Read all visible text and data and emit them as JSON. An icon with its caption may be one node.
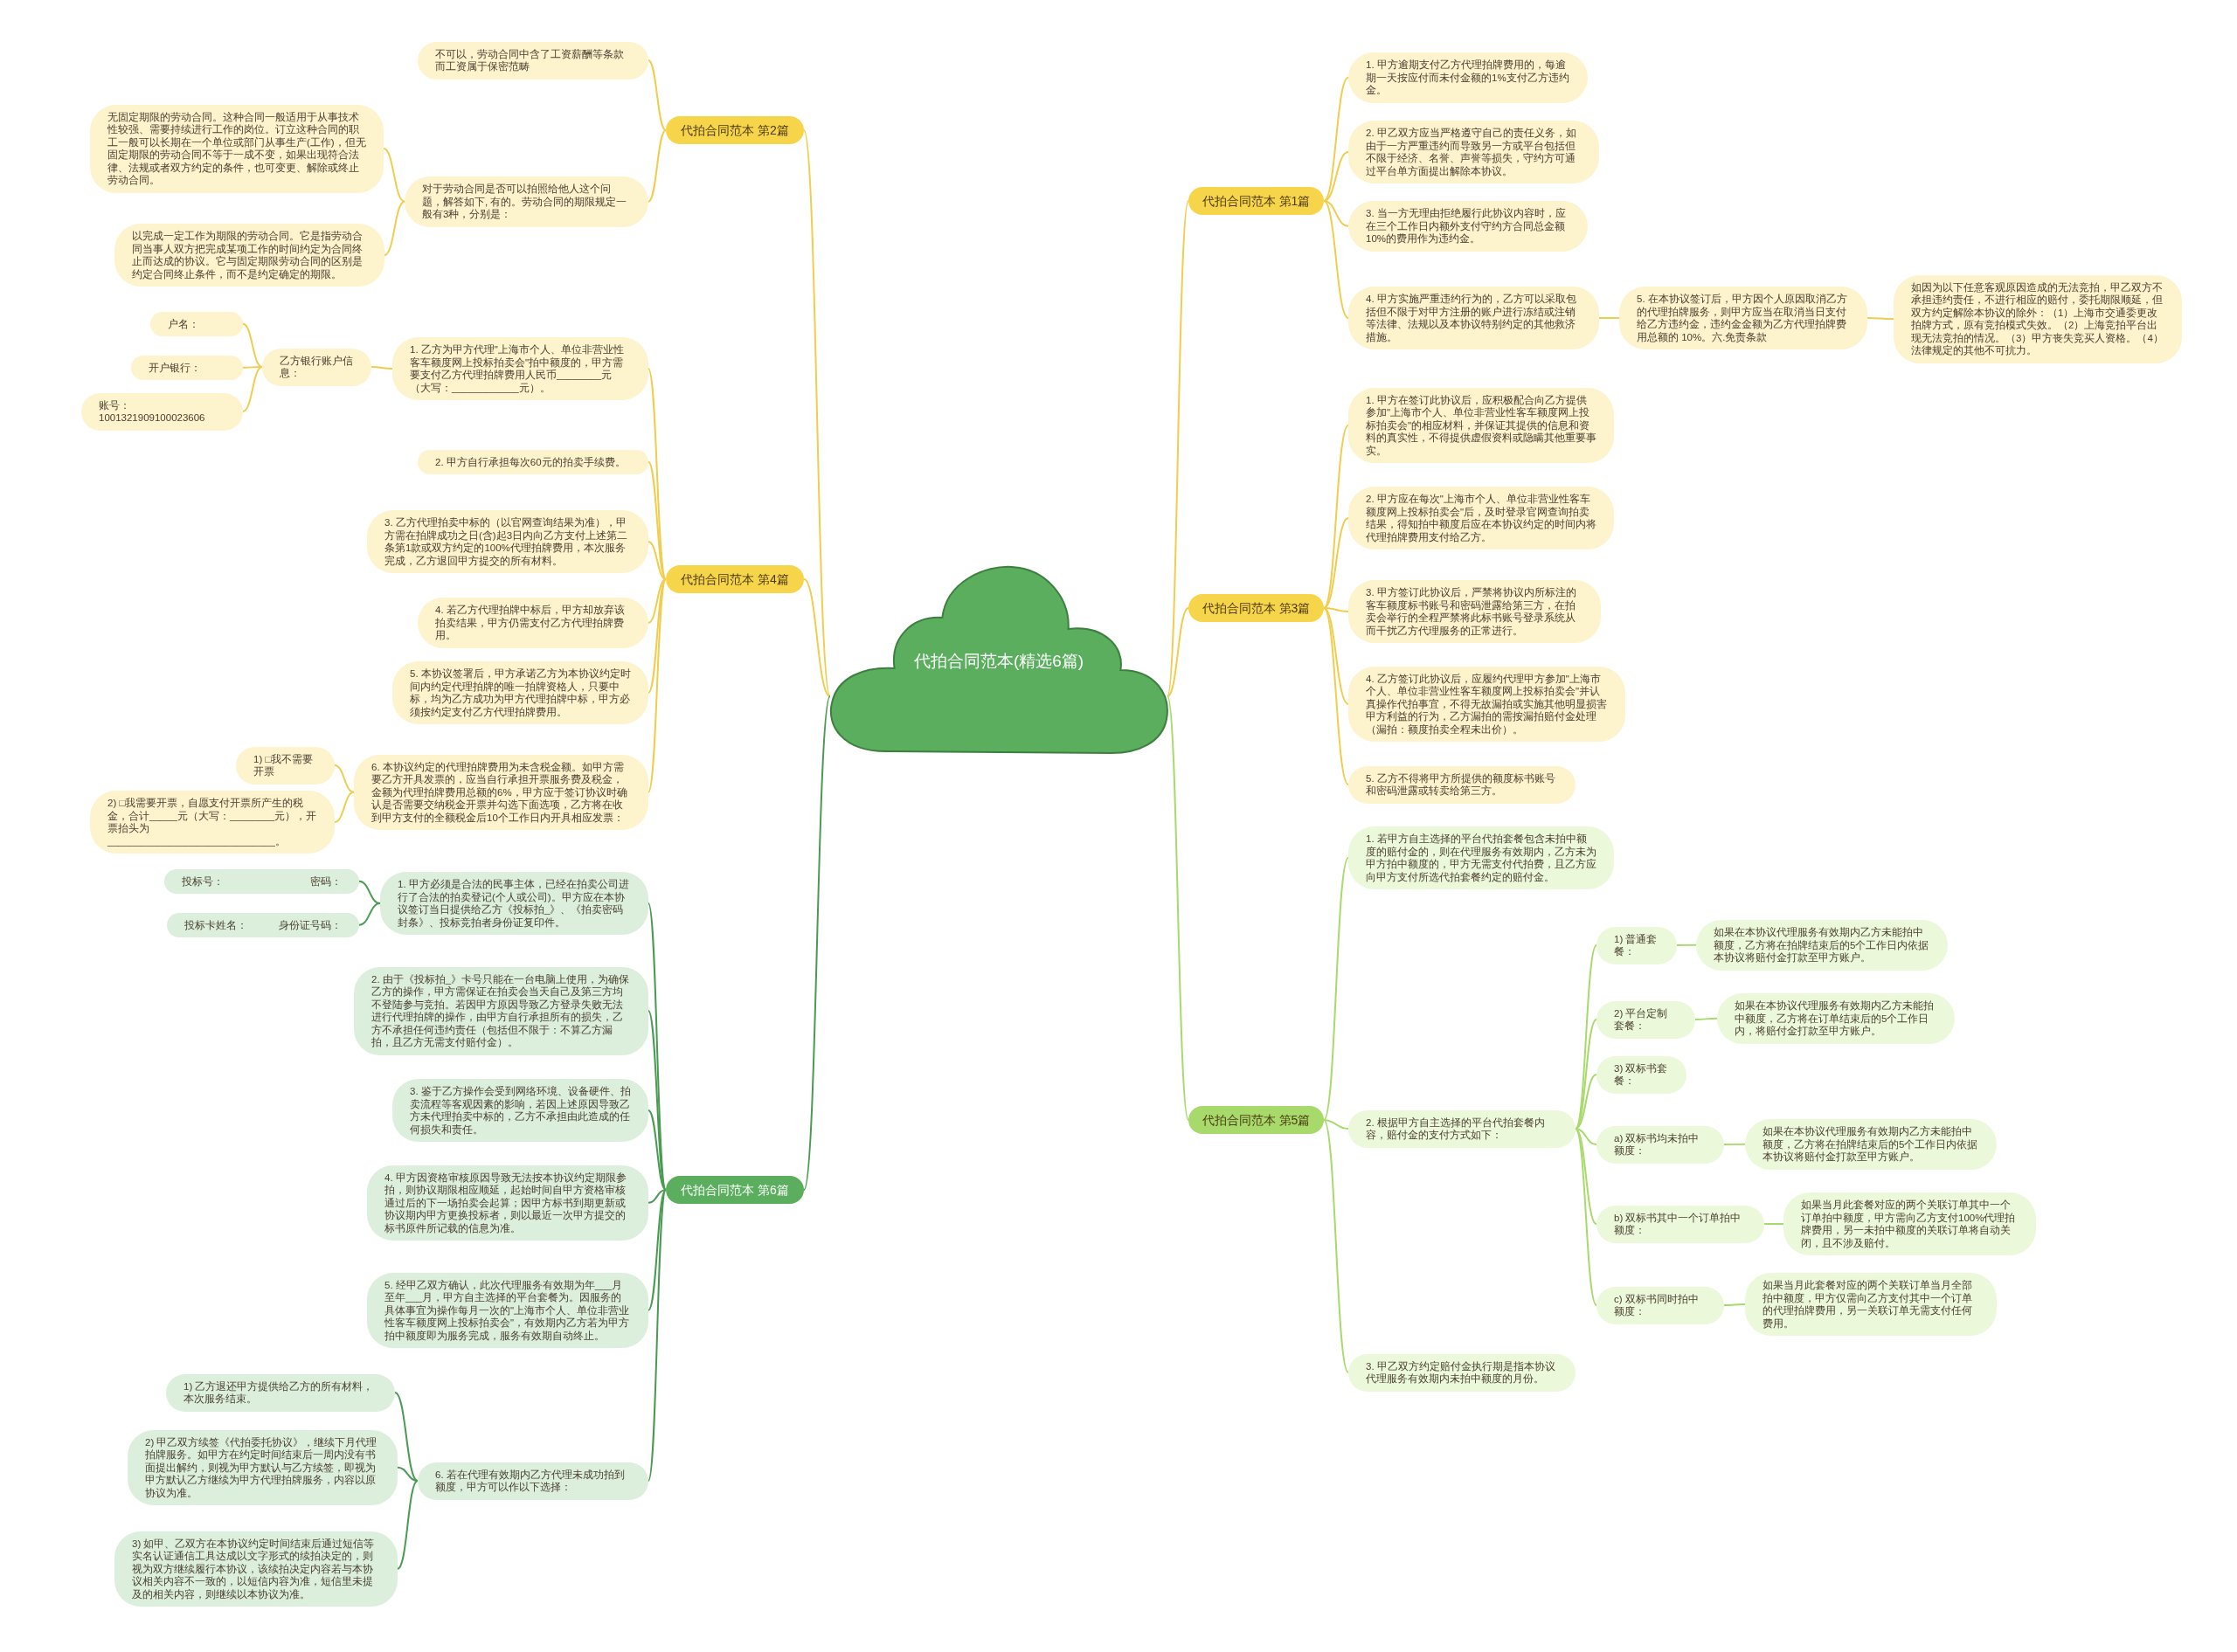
{
  "diagram": {
    "nodes": [
      {
        "text": [
          "代拍合同范本(精选6篇)"
        ]
      },
      {
        "text": [
          "代拍合同范本 第1篇"
        ]
      },
      {
        "text": [
          "代拍合同范本 第2篇"
        ]
      },
      {
        "text": [
          "代拍合同范本 第3篇"
        ]
      },
      {
        "text": [
          "代拍合同范本 第4篇"
        ]
      },
      {
        "text": [
          "代拍合同范本 第5篇"
        ]
      },
      {
        "text": [
          "代拍合同范本 第6篇"
        ]
      },
      {
        "text": [
          "1. 甲方逾期支付乙方代理拍牌费用的，每逾期一天按应付而未付金额的1%支付乙方违约金。"
        ]
      },
      {
        "text": [
          "2. 甲乙双方应当严格遵守自己的责任义务，如由于一方严重违约而导致另一方或平台包括但不限于经济、名誉、声誉等损失，守约方可通过平台单方面提出解除本协议。"
        ]
      },
      {
        "text": [
          "3. 当一方无理由拒绝履行此协议内容时，应在三个工作日内额外支付守约方合同总金额10%的费用作为违约金。"
        ]
      },
      {
        "text": [
          "4. 甲方实施严重违约行为的，乙方可以采取包括但不限于对甲方注册的账户进行冻结或注销等法律、法规以及本协议特别约定的其他救济措施。"
        ]
      },
      {
        "text": [
          "5. 在本协议签订后，甲方因个人原因取消乙方的代理拍牌服务，则甲方应当在取消当日支付给乙方违约金，违约金金额为乙方代理拍牌费用总额的 10%。六.免责条款"
        ]
      },
      {
        "text": [
          "如因为以下任意客观原因造成的无法竞拍，甲乙双方不承担违约责任，不进行相应的赔付，委托期限顺延，但双方约定解除本协议的除外：（1）上海市交通委更改拍牌方式，原有竞拍模式失效。（2）上海竞拍平台出现无法竞拍的情况。（3）甲方丧失竞买人资格。（4）法律规定的其他不可抗力。"
        ]
      },
      {
        "text": [
          "不可以，劳动合同中含了工资薪酬等条款而工资属于保密范畴"
        ]
      },
      {
        "text": [
          "对于劳动合同是否可以拍照给他人这个问题，解答如下, 有的。劳动合同的期限规定一般有3种，分别是："
        ]
      },
      {
        "text": [
          "无固定期限的劳动合同。这种合同一般适用于从事技术性较强、需要持续进行工作的岗位。订立这种合同的职工一般可以长期在一个单位或部门从事生产(工作)，但无固定期限的劳动合同不等于一成不变，如果出现符合法律、法规或者双方约定的条件，也可变更、解除或终止劳动合同。"
        ]
      },
      {
        "text": [
          "以完成一定工作为期限的劳动合同。它是指劳动合同当事人双方把完成某项工作的时间约定为合同终止而达成的协议。它与固定期限劳动合同的区别是约定合同终止条件，而不是约定确定的期限。"
        ]
      },
      {
        "text": [
          "1. 甲方在签订此协议后，应积极配合向乙方提供参加\"上海市个人、单位非营业性客车额度网上投标拍卖会\"的相应材料，并保证其提供的信息和资料的真实性，不得提供虚假资料或隐瞒其他重要事实。"
        ]
      },
      {
        "text": [
          "2. 甲方应在每次\"上海市个人、单位非营业性客车额度网上投标拍卖会\"后，及时登录官网查询拍卖结果，得知拍中额度后应在本协议约定的时间内将代理拍牌费用支付给乙方。"
        ]
      },
      {
        "text": [
          "3. 甲方签订此协议后，严禁将协议内所标注的客车额度标书账号和密码泄露给第三方，在拍卖会举行的全程严禁将此标书账号登录系统从而干扰乙方代理服务的正常进行。"
        ]
      },
      {
        "text": [
          "4. 乙方签订此协议后，应履约代理甲方参加\"上海市个人、单位非营业性客车额度网上投标拍卖会\"并认真操作代拍事宜，不得无故漏拍或实施其他明显损害甲方利益的行为，乙方漏拍的需按漏拍赔付金处理（漏拍：额度拍卖全程未出价）。"
        ]
      },
      {
        "text": [
          "5. 乙方不得将甲方所提供的额度标书账号和密码泄露或转卖给第三方。"
        ]
      },
      {
        "text": [
          "1. 乙方为甲方代理\"上海市个人、单位非营业性客车额度网上投标拍卖会\"拍中额度的，甲方需要支付乙方代理拍牌费用人民币________元（大写：____________元）。"
        ]
      },
      {
        "text": [
          "乙方银行账户信息："
        ]
      },
      {
        "text": [
          "户名："
        ]
      },
      {
        "text": [
          "开户银行："
        ]
      },
      {
        "text": [
          "账号：1001321909100023606"
        ]
      },
      {
        "text": [
          "2. 甲方自行承担每次60元的拍卖手续费。"
        ]
      },
      {
        "text": [
          "3. 乙方代理拍卖中标的（以官网查询结果为准），甲方需在拍牌成功之日(含)起3日内向乙方支付上述第二条第1款或双方约定的100%代理拍牌费用，本次服务完成，乙方退回甲方提交的所有材料。"
        ]
      },
      {
        "text": [
          "4. 若乙方代理拍牌中标后，甲方却放弃该拍卖结果，甲方仍需支付乙方代理拍牌费用。"
        ]
      },
      {
        "text": [
          "5. 本协议签署后，甲方承诺乙方为本协议约定时间内约定代理拍牌的唯一拍牌资格人，只要中标，均为乙方成功为甲方代理拍牌中标，甲方必须按约定支付乙方代理拍牌费用。"
        ]
      },
      {
        "text": [
          "6. 本协议约定的代理拍牌费用为未含税金额。如甲方需要乙方开具发票的，应当自行承担开票服务费及税金，金额为代理拍牌费用总额的6%，甲方应于签订协议时确认是否需要交纳税金开票并勾选下面选项，乙方将在收到甲方支付的全额税金后10个工作日内开具相应发票："
        ]
      },
      {
        "text": [
          "1) □我不需要开票"
        ]
      },
      {
        "text": [
          "2) □我需要开票，自愿支付开票所产生的税金，合计_____元（大写：________元），开票抬头为______________________________。"
        ]
      },
      {
        "text": [
          "1. 若甲方自主选择的平台代拍套餐包含未拍中额度的赔付金的，则在代理服务有效期内，乙方未为甲方拍中额度的，甲方无需支付代拍费，且乙方应向甲方支付所选代拍套餐约定的赔付金。"
        ]
      },
      {
        "text": [
          "2. 根据甲方自主选择的平台代拍套餐内容，赔付金的支付方式如下："
        ]
      },
      {
        "text": [
          "1) 普通套餐："
        ]
      },
      {
        "text": [
          "如果在本协议代理服务有效期内乙方未能拍中额度，乙方将在拍牌结束后的5个工作日内依据本协议将赔付金打款至甲方账户。"
        ]
      },
      {
        "text": [
          "2) 平台定制套餐："
        ]
      },
      {
        "text": [
          "如果在本协议代理服务有效期内乙方未能拍中额度，乙方将在订单结束后的5个工作日内，将赔付金打款至甲方账户。"
        ]
      },
      {
        "text": [
          "3) 双标书套餐："
        ]
      },
      {
        "text": [
          "a) 双标书均未拍中额度："
        ]
      },
      {
        "text": [
          "如果在本协议代理服务有效期内乙方未能拍中额度，乙方将在拍牌结束后的5个工作日内依据本协议将赔付金打款至甲方账户。"
        ]
      },
      {
        "text": [
          "b) 双标书其中一个订单拍中额度："
        ]
      },
      {
        "text": [
          "如果当月此套餐对应的两个关联订单其中一个订单拍中额度，甲方需向乙方支付100%代理拍牌费用，另一未拍中额度的关联订单将自动关闭，且不涉及赔付。"
        ]
      },
      {
        "text": [
          "c) 双标书同时拍中额度："
        ]
      },
      {
        "text": [
          "如果当月此套餐对应的两个关联订单当月全部拍中额度，甲方仅需向乙方支付其中一个订单的代理拍牌费用，另一关联订单无需支付任何费用。"
        ]
      },
      {
        "text": [
          "3. 甲乙双方约定赔付金执行期是指本协议代理服务有效期内未拍中额度的月份。"
        ]
      },
      {
        "text": [
          "1. 甲方必须是合法的民事主体，已经在拍卖公司进行了合法的拍卖登记(个人或公司)。甲方应在本协议签订当日提供给乙方《投标拍_》、《拍卖密码封条》、投标竞拍者身份证复印件。"
        ]
      },
      {
        "text": [
          "投标号：",
          "密码："
        ]
      },
      {
        "text": [
          "投标卡姓名：",
          "身份证号码："
        ]
      },
      {
        "text": [
          "2. 由于《投标拍_》卡号只能在一台电脑上使用，为确保乙方的操作，甲方需保证在拍卖会当天自己及第三方均不登陆参与竞拍。若因甲方原因导致乙方登录失败无法进行代理拍牌的操作，由甲方自行承担所有的损失，乙方不承担任何违约责任（包括但不限于：不算乙方漏拍，且乙方无需支付赔付金）。"
        ]
      },
      {
        "text": [
          "3. 鉴于乙方操作会受到网络环境、设备硬件、拍卖流程等客观因素的影响，若因上述原因导致乙方未代理拍卖中标的，乙方不承担由此造成的任何损失和责任。"
        ]
      },
      {
        "text": [
          "4. 甲方因资格审核原因导致无法按本协议约定期限参拍，则协议期限相应顺延，起始时间自甲方资格审核通过后的下一场拍卖会起算；因甲方标书到期更新或协议期内甲方更换投标者，则以最近一次甲方提交的标书原件所记载的信息为准。"
        ]
      },
      {
        "text": [
          "5. 经甲乙双方确认，此次代理服务有效期为年___月至年___月，甲方自主选择的平台套餐为。因服务的具体事宜为操作每月一次的\"上海市个人、单位非营业性客车额度网上投标拍卖会\"，有效期内乙方若为甲方拍中额度即为服务完成，服务有效期自动终止。"
        ]
      },
      {
        "text": [
          "6. 若在代理有效期内乙方代理未成功拍到额度，甲方可以作以下选择："
        ]
      },
      {
        "text": [
          "1) 乙方退还甲方提供给乙方的所有材料，本次服务结束。"
        ]
      },
      {
        "text": [
          "2) 甲乙双方续签《代拍委托协议》，继续下月代理拍牌服务。如甲方在约定时间结束后一周内没有书面提出解约，则视为甲方默认与乙方续签，即视为甲方默认乙方继续为甲方代理拍牌服务，内容以原协议为准。"
        ]
      },
      {
        "text": [
          "3) 如甲、乙双方在本协议约定时间结束后通过短信等实名认证通信工具达成以文字形式的续拍决定的，则视为双方继续履行本协议，该续拍决定内容若与本协议相关内容不一致的，以短信内容为准，短信里未提及的相关内容，则继续以本协议为准。"
        ]
      }
    ],
    "edges": [
      {
        "from": 0,
        "to": 1,
        "arrow": "none"
      },
      {
        "from": 0,
        "to": 2,
        "arrow": "none"
      },
      {
        "from": 0,
        "to": 3,
        "arrow": "none"
      },
      {
        "from": 0,
        "to": 4,
        "arrow": "none"
      },
      {
        "from": 0,
        "to": 5,
        "arrow": "none",
        "color": "#a8d96b"
      },
      {
        "from": 0,
        "to": 6,
        "arrow": "none",
        "color": "#4b9a53"
      },
      {
        "from": 1,
        "to": 7,
        "arrow": "none"
      },
      {
        "from": 1,
        "to": 8,
        "arrow": "none"
      },
      {
        "from": 1,
        "to": 9,
        "arrow": "none"
      },
      {
        "from": 1,
        "to": 10,
        "arrow": "none"
      },
      {
        "from": 10,
        "to": 11,
        "arrow": "none"
      },
      {
        "from": 11,
        "to": 12,
        "arrow": "none"
      },
      {
        "from": 2,
        "to": 13,
        "arrow": "none"
      },
      {
        "from": 2,
        "to": 14,
        "arrow": "none"
      },
      {
        "from": 14,
        "to": 15,
        "arrow": "none"
      },
      {
        "from": 14,
        "to": 16,
        "arrow": "none"
      },
      {
        "from": 3,
        "to": 17,
        "arrow": "none"
      },
      {
        "from": 3,
        "to": 18,
        "arrow": "none"
      },
      {
        "from": 3,
        "to": 19,
        "arrow": "none"
      },
      {
        "from": 3,
        "to": 20,
        "arrow": "none"
      },
      {
        "from": 3,
        "to": 21,
        "arrow": "none"
      },
      {
        "from": 4,
        "to": 22,
        "arrow": "none"
      },
      {
        "from": 22,
        "to": 23,
        "arrow": "none"
      },
      {
        "from": 23,
        "to": 24,
        "arrow": "none"
      },
      {
        "from": 23,
        "to": 25,
        "arrow": "none"
      },
      {
        "from": 23,
        "to": 26,
        "arrow": "none"
      },
      {
        "from": 4,
        "to": 27,
        "arrow": "none"
      },
      {
        "from": 4,
        "to": 28,
        "arrow": "none"
      },
      {
        "from": 4,
        "to": 29,
        "arrow": "none"
      },
      {
        "from": 4,
        "to": 30,
        "arrow": "none"
      },
      {
        "from": 4,
        "to": 31,
        "arrow": "none"
      },
      {
        "from": 31,
        "to": 32,
        "arrow": "none"
      },
      {
        "from": 31,
        "to": 33,
        "arrow": "none"
      },
      {
        "from": 5,
        "to": 34,
        "arrow": "none",
        "color": "#a8d96b"
      },
      {
        "from": 5,
        "to": 35,
        "arrow": "none",
        "color": "#a8d96b"
      },
      {
        "from": 35,
        "to": 36,
        "arrow": "none",
        "color": "#a8d96b"
      },
      {
        "from": 36,
        "to": 37,
        "arrow": "none",
        "color": "#a8d96b"
      },
      {
        "from": 35,
        "to": 38,
        "arrow": "none",
        "color": "#a8d96b"
      },
      {
        "from": 38,
        "to": 39,
        "arrow": "none",
        "color": "#a8d96b"
      },
      {
        "from": 35,
        "to": 40,
        "arrow": "none",
        "color": "#a8d96b"
      },
      {
        "from": 35,
        "to": 41,
        "arrow": "none",
        "color": "#a8d96b"
      },
      {
        "from": 41,
        "to": 42,
        "arrow": "none",
        "color": "#a8d96b"
      },
      {
        "from": 35,
        "to": 43,
        "arrow": "none",
        "color": "#a8d96b"
      },
      {
        "from": 43,
        "to": 44,
        "arrow": "none",
        "color": "#a8d96b"
      },
      {
        "from": 35,
        "to": 45,
        "arrow": "none",
        "color": "#a8d96b"
      },
      {
        "from": 45,
        "to": 46,
        "arrow": "none",
        "color": "#a8d96b"
      },
      {
        "from": 5,
        "to": 47,
        "arrow": "none",
        "color": "#a8d96b"
      },
      {
        "from": 6,
        "to": 48,
        "arrow": "none",
        "color": "#4b9a53"
      },
      {
        "from": 48,
        "to": 49,
        "arrow": "none",
        "color": "#4b9a53"
      },
      {
        "from": 48,
        "to": 50,
        "arrow": "none",
        "color": "#4b9a53"
      },
      {
        "from": 6,
        "to": 51,
        "arrow": "none",
        "color": "#4b9a53"
      },
      {
        "from": 6,
        "to": 52,
        "arrow": "none",
        "color": "#4b9a53"
      },
      {
        "from": 6,
        "to": 53,
        "arrow": "none",
        "color": "#4b9a53"
      },
      {
        "from": 6,
        "to": 54,
        "arrow": "none",
        "color": "#4b9a53"
      },
      {
        "from": 6,
        "to": 55,
        "arrow": "none",
        "color": "#4b9a53"
      },
      {
        "from": 55,
        "to": 56,
        "arrow": "none",
        "color": "#4b9a53"
      },
      {
        "from": 55,
        "to": 57,
        "arrow": "none",
        "color": "#4b9a53"
      },
      {
        "from": 55,
        "to": 58,
        "arrow": "none",
        "color": "#4b9a53"
      }
    ]
  }
}
